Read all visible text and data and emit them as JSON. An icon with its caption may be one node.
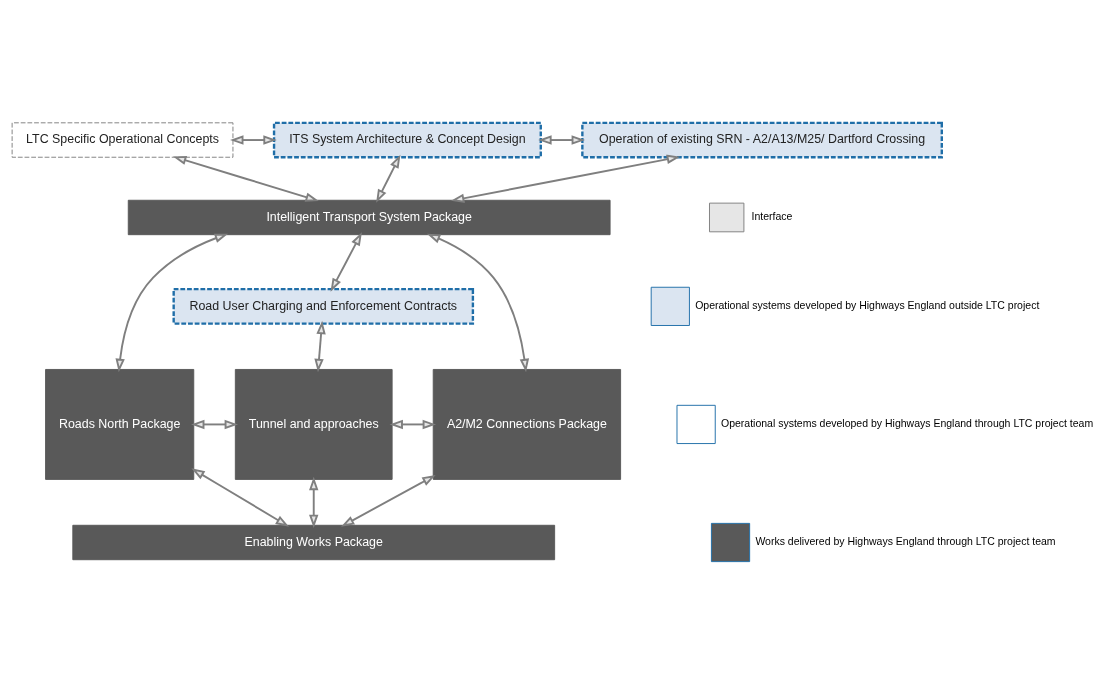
{
  "diagram": {
    "nodes": [
      {
        "text": [
          "LTC Specific Operational Concepts"
        ]
      },
      {
        "text": [
          "ITS System Architecture & Concept Design"
        ]
      },
      {
        "text": [
          "Operation of existing SRN - A2/A13/M25/ Dartford Crossing"
        ]
      },
      {
        "text": [
          "Intelligent Transport System Package"
        ]
      },
      {
        "text": [
          "Road User Charging and Enforcement Contracts"
        ]
      },
      {
        "text": [
          "Roads North Package"
        ]
      },
      {
        "text": [
          "Tunnel and approaches"
        ]
      },
      {
        "text": [
          "A2/M2 Connections Package"
        ]
      },
      {
        "text": [
          "Enabling Works Package"
        ]
      }
    ],
    "edges": [
      {
        "from": 0,
        "to": 1,
        "arrow": "both"
      },
      {
        "from": 1,
        "to": 2,
        "arrow": "both"
      },
      {
        "from": 0,
        "to": 3,
        "arrow": "both"
      },
      {
        "from": 1,
        "to": 3,
        "arrow": "both"
      },
      {
        "from": 2,
        "to": 3,
        "arrow": "both"
      },
      {
        "from": 3,
        "to": 5,
        "arrow": "both"
      },
      {
        "from": 3,
        "to": 4,
        "arrow": "both"
      },
      {
        "from": 3,
        "to": 7,
        "arrow": "both"
      },
      {
        "from": 4,
        "to": 6,
        "arrow": "both"
      },
      {
        "from": 5,
        "to": 6,
        "arrow": "both"
      },
      {
        "from": 6,
        "to": 7,
        "arrow": "both"
      },
      {
        "from": 5,
        "to": 8,
        "arrow": "both"
      },
      {
        "from": 6,
        "to": 8,
        "arrow": "both"
      },
      {
        "from": 7,
        "to": 8,
        "arrow": "both"
      }
    ],
    "legend": [
      {
        "text": "Interface"
      },
      {
        "text": "Operational systems developed by Highways England outside LTC project",
        "color": "#dbe5f1"
      },
      {
        "text": "Operational systems developed by Highways England through LTC project team",
        "color": "#ffffff"
      },
      {
        "text": "Works delivered by Highways England through LTC project team",
        "color": "#595959"
      }
    ]
  }
}
